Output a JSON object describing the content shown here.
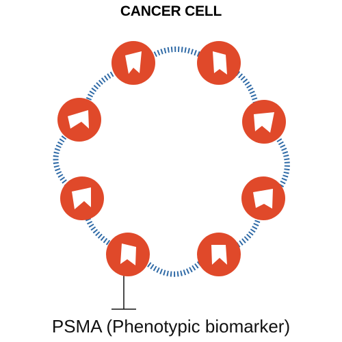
{
  "title": "CANCER CELL",
  "caption": "PSMA (Phenotypic biomarker)",
  "colors": {
    "membrane": "#2f6aa6",
    "receptor": "#e0492a",
    "receptor_mark": "#ffffff",
    "leader_line": "#111111"
  },
  "receptor_count": 8,
  "icons": {
    "receptor": "receptor-circle-icon"
  }
}
